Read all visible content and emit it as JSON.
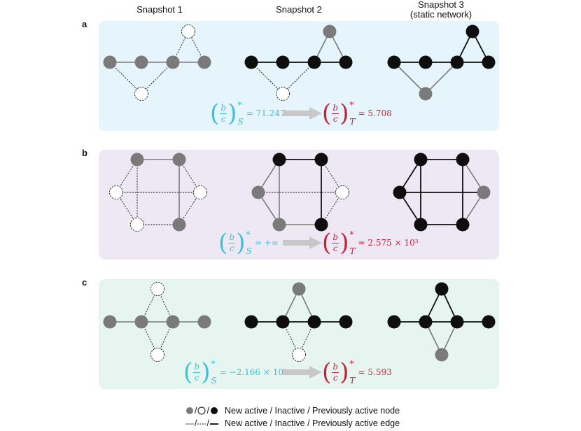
{
  "columns": {
    "snapshot1": "Snapshot 1",
    "snapshot2": "Snapshot 2",
    "snapshot3_line1": "Snapshot 3",
    "snapshot3_line2": "(static network)"
  },
  "panels": [
    {
      "letter": "a",
      "color": "#e6f4fb",
      "left_formula": {
        "sub": "S",
        "value": "= 71.247"
      },
      "right_formula": {
        "sub": "T",
        "value": "= 5.708"
      }
    },
    {
      "letter": "b",
      "color": "#eee8f4",
      "left_formula": {
        "sub": "S",
        "value": "= +∞"
      },
      "right_formula": {
        "sub": "T",
        "value": "= 2.575 × 10³"
      }
    },
    {
      "letter": "c",
      "color": "#e6f5ef",
      "left_formula": {
        "sub": "S",
        "value": "= −2.166 × 10²"
      },
      "right_formula": {
        "sub": "T",
        "value": "= 5.593"
      }
    }
  ],
  "formula": {
    "numerator": "b",
    "denominator": "c",
    "star": "*",
    "left_color": "#3fc0d8",
    "right_color": "#c0263a"
  },
  "colors": {
    "new_active": "#7a7a7a",
    "inactive": "#ffffff",
    "previously_active": "#0e0e0e",
    "arrow": "#c8c8c8"
  },
  "legend": {
    "node_sep1": "/",
    "node_sep2": "/",
    "node_text": "New active /  Inactive / Previously active node",
    "edge_sep1": "/",
    "edge_sep2": "/",
    "edge_text": "New active /  Inactive / Previously active edge"
  }
}
